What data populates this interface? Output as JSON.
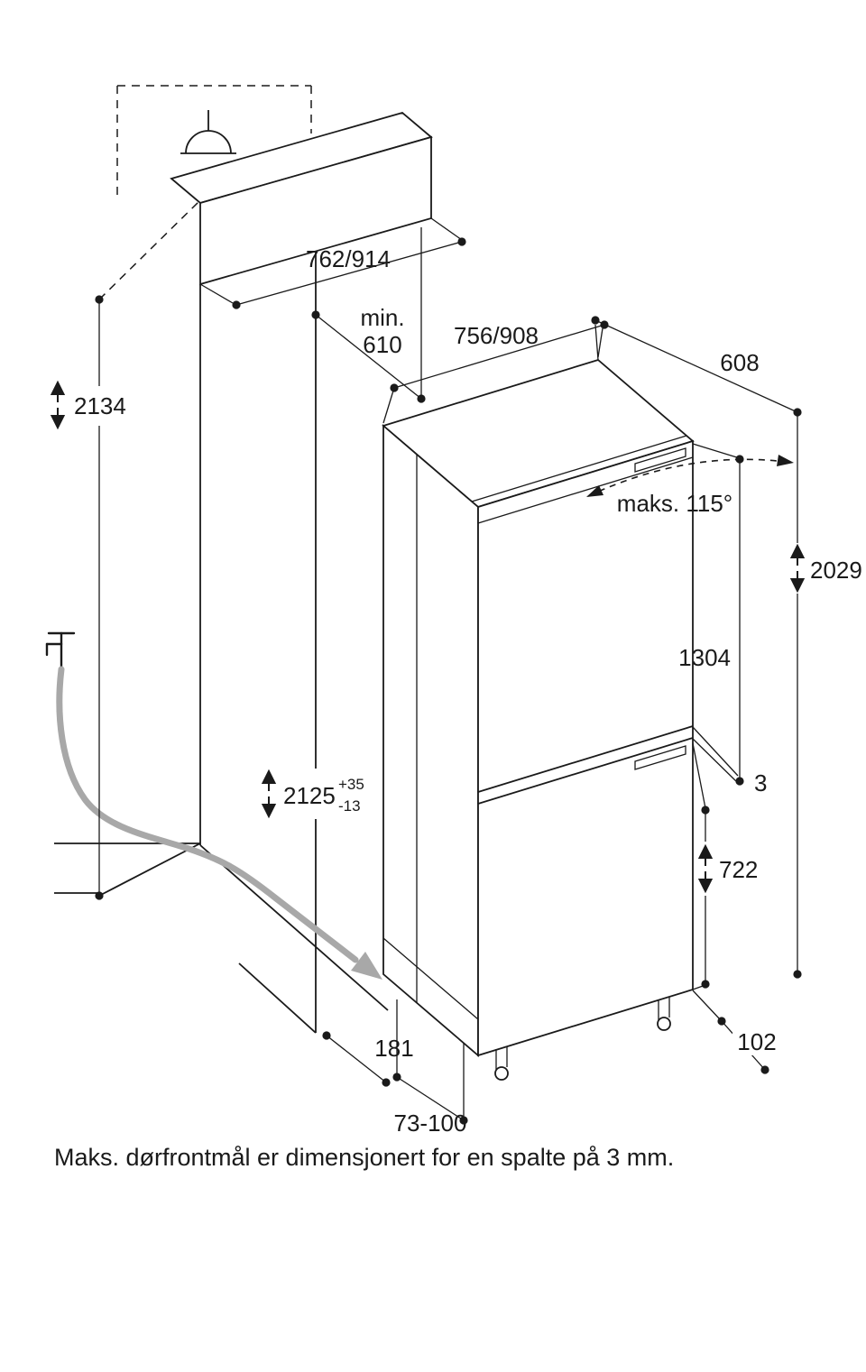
{
  "figure": {
    "caption": "Maks. dørfrontmål er dimensjonert for en spalte på 3 mm.",
    "dimensions": {
      "cornice_width": "762/914",
      "niche_depth_min_label": "min.",
      "niche_depth_min_value": "610",
      "appliance_width": "756/908",
      "appliance_depth": "608",
      "wall_height": "2134",
      "door_opening_angle": "maks. 115°",
      "appliance_height": "2029",
      "fridge_door_height": "1304",
      "door_gap": "3",
      "freezer_door_height": "722",
      "niche_height": "2125",
      "niche_height_plus_tol": "+35",
      "niche_height_minus_tol": "-13",
      "base_recess_depth": "181",
      "plinth_height_range": "73-100",
      "plinth_depth": "102"
    },
    "colors": {
      "line": "#1a1a1a",
      "hose": "#a8a8a8",
      "background": "#ffffff"
    }
  }
}
